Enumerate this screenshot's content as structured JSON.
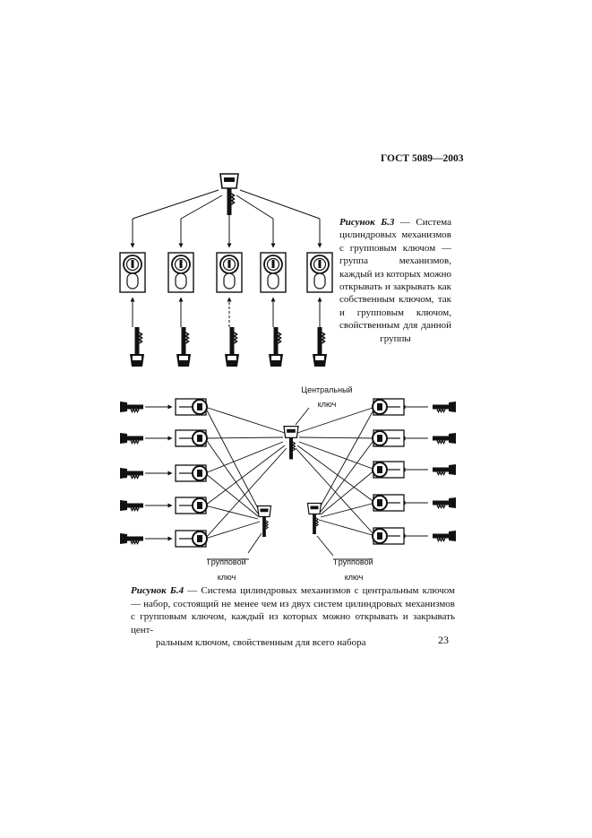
{
  "header": {
    "standard": "ГОСТ 5089—2003"
  },
  "figure_b3": {
    "label": "Рисунок Б.3",
    "caption": " — Система цилиндровых механизмов с групповым ключом — группа механизмов, каждый из которых можно открывать и закрывать как собственным ключом, так и групповым ключом, свойственным для данной группы"
  },
  "figure_b4": {
    "central_key_label": "Центральный ключ",
    "group_key_label_left": "Групповой ключ",
    "group_key_label_right": "Групповой ключ",
    "label": "Рисунок Б.4",
    "caption_main": " — Система цилиндровых механизмов с центральным ключом — набор, состоящий не менее чем из двух систем цилиндровых механизмов с групповым ключом, каждый из которых можно открывать и закрывать цент-",
    "caption_last": "ральным ключом, свойственным для всего набора"
  },
  "page_number": "23"
}
